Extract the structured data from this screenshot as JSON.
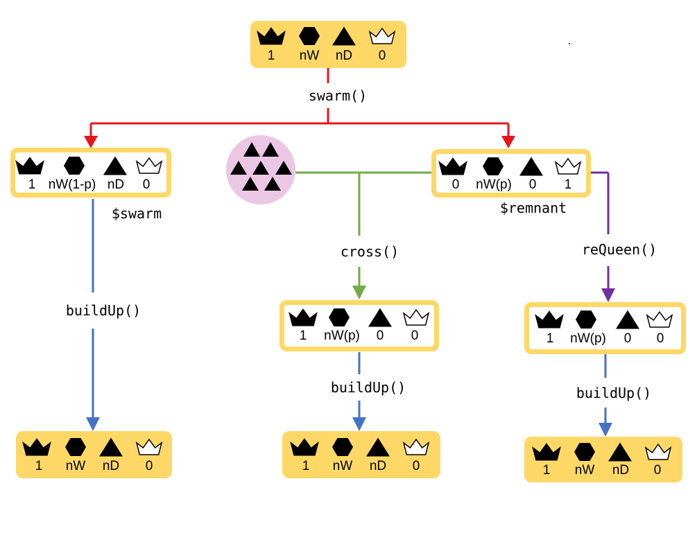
{
  "colors": {
    "box_fill": "#fdd866",
    "box_inner": "#ffffff",
    "swarm_arrow": "#e8141a",
    "build_arrow": "#4472c4",
    "cross_arrow": "#70ad47",
    "requeen_arrow": "#7030a0",
    "drone_pool": "#ecc7e5"
  },
  "icons": [
    "queen-icon",
    "worker-icon",
    "drone-icon",
    "virgin-queen-icon"
  ],
  "labels": {
    "swarm_fn": "swarm()",
    "cross_fn": "cross()",
    "requeen_fn": "reQueen()",
    "buildup_left": "buildUp()",
    "buildup_mid": "buildUp()",
    "buildup_right": "buildUp()",
    "swarm_var": "$swarm",
    "remnant_var": "$remnant"
  },
  "nodes": {
    "top": {
      "values": [
        "1",
        "nW",
        "nD",
        "0"
      ]
    },
    "swarm": {
      "values": [
        "1",
        "nW(1-p)",
        "nD",
        "0"
      ]
    },
    "remnant": {
      "values": [
        "0",
        "nW(p)",
        "0",
        "1"
      ]
    },
    "crossed": {
      "values": [
        "1",
        "nW(p)",
        "0",
        "0"
      ]
    },
    "requeened": {
      "values": [
        "1",
        "nW(p)",
        "0",
        "0"
      ]
    },
    "final_left": {
      "values": [
        "1",
        "nW",
        "nD",
        "0"
      ]
    },
    "final_mid": {
      "values": [
        "1",
        "nW",
        "nD",
        "0"
      ]
    },
    "final_right": {
      "values": [
        "1",
        "nW",
        "nD",
        "0"
      ]
    }
  }
}
